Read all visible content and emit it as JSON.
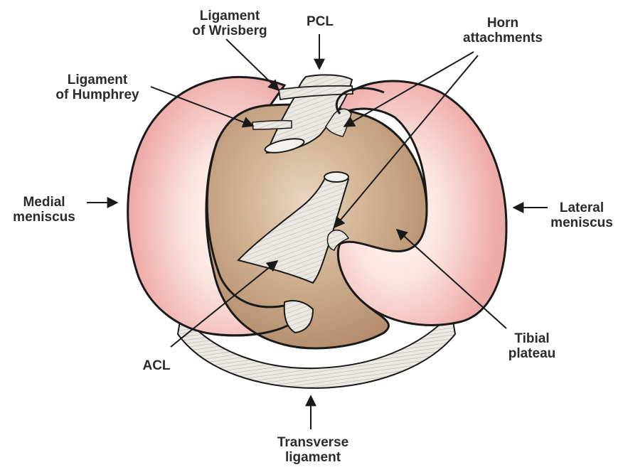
{
  "labels": {
    "wrisberg": [
      "Ligament",
      "of Wrisberg"
    ],
    "pcl": [
      "PCL"
    ],
    "horn": [
      "Horn",
      "attachments"
    ],
    "humphrey": [
      "Ligament",
      "of Humphrey"
    ],
    "medial": [
      "Medial",
      "meniscus"
    ],
    "lateral": [
      "Lateral",
      "meniscus"
    ],
    "acl": [
      "ACL"
    ],
    "tibial": [
      "Tibial",
      "plateau"
    ],
    "transverse": [
      "Transverse",
      "ligament"
    ]
  },
  "colors": {
    "meniscus_edge": "#f2b3b3",
    "meniscus_center": "#fdf1ef",
    "plateau_light": "#e9d3bb",
    "plateau_dark": "#b08a68",
    "ligament": "#e8e6e2",
    "outline": "#1a1a1a",
    "label_text": "#2b2b2b"
  }
}
